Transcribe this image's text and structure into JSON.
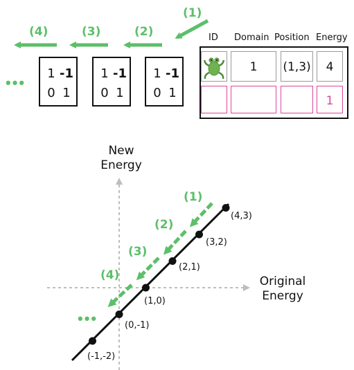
{
  "top": {
    "steps": [
      "(1)",
      "(2)",
      "(3)",
      "(4)"
    ],
    "ellipsis": "•••",
    "matrix": {
      "a": "1",
      "b": "-1",
      "c": "0",
      "d": "1"
    },
    "table": {
      "headers": [
        "ID",
        "Domain",
        "Position",
        "Energy"
      ],
      "row1": {
        "domain": "1",
        "position": "(1,3)",
        "energy": "4"
      },
      "row2": {
        "energy": "1"
      }
    }
  },
  "plot": {
    "y_axis_label": "New\nEnergy",
    "x_axis_label": "Original\nEnergy",
    "steps": [
      "(1)",
      "(2)",
      "(3)",
      "(4)"
    ],
    "ellipsis": "•••",
    "points": [
      {
        "label": "(4,3)",
        "x": 4,
        "y": 3
      },
      {
        "label": "(3,2)",
        "x": 3,
        "y": 2
      },
      {
        "label": "(2,1)",
        "x": 2,
        "y": 1
      },
      {
        "label": "(1,0)",
        "x": 1,
        "y": 0
      },
      {
        "label": "(0,-1)",
        "x": 0,
        "y": -1
      },
      {
        "label": "(-1,-2)",
        "x": -1,
        "y": -2
      }
    ]
  },
  "colors": {
    "accent": "#5cbf6a",
    "pink": "#d9479a",
    "axis": "#bdbdbd"
  }
}
